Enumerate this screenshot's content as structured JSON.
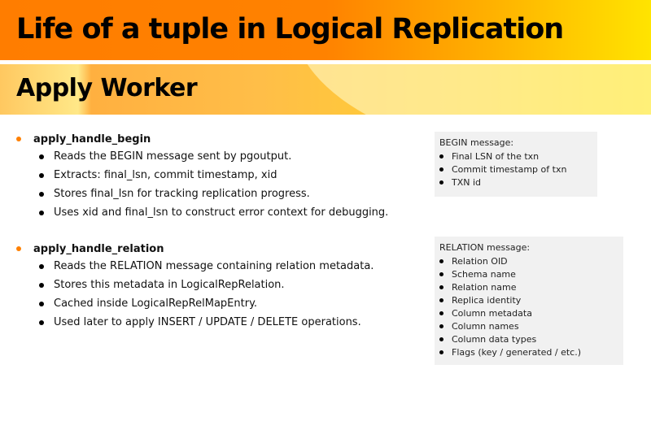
{
  "title": "Life of a tuple in Logical Replication",
  "subtitle": "Apply Worker",
  "sections": [
    {
      "heading": "apply_handle_begin",
      "items": [
        "Reads the BEGIN message sent by pgoutput.",
        "Extracts: final_lsn, commit timestamp, xid",
        "Stores final_lsn for tracking replication progress.",
        "Uses xid and final_lsn to construct error context for debugging."
      ]
    },
    {
      "heading": "apply_handle_relation",
      "items": [
        "Reads the RELATION message containing relation metadata.",
        "Stores this metadata in LogicalRepRelation.",
        "Cached inside LogicalRepRelMapEntry.",
        "Used later to apply INSERT / UPDATE / DELETE operations."
      ]
    }
  ],
  "boxes": [
    {
      "label": "BEGIN message:",
      "items": [
        "Final LSN of the txn",
        "Commit timestamp of txn",
        "TXN id"
      ]
    },
    {
      "label": "RELATION message:",
      "items": [
        "Relation OID",
        "Schema name",
        "Relation name",
        "Replica identity",
        "Column metadata",
        "Column names",
        "Column data types",
        "Flags (key / generated / etc.)"
      ]
    }
  ]
}
